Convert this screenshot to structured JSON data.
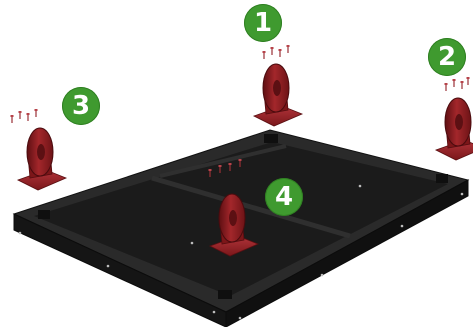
{
  "diagram": {
    "step_labels": [
      "1",
      "2",
      "3",
      "4"
    ],
    "colors": {
      "badge": "#3f9a2f",
      "caster": "#8c1c1f",
      "tray": "#1f1f1f"
    },
    "icons": [
      "caster-wheel-icon",
      "screw-icon",
      "tray-base-icon"
    ]
  }
}
